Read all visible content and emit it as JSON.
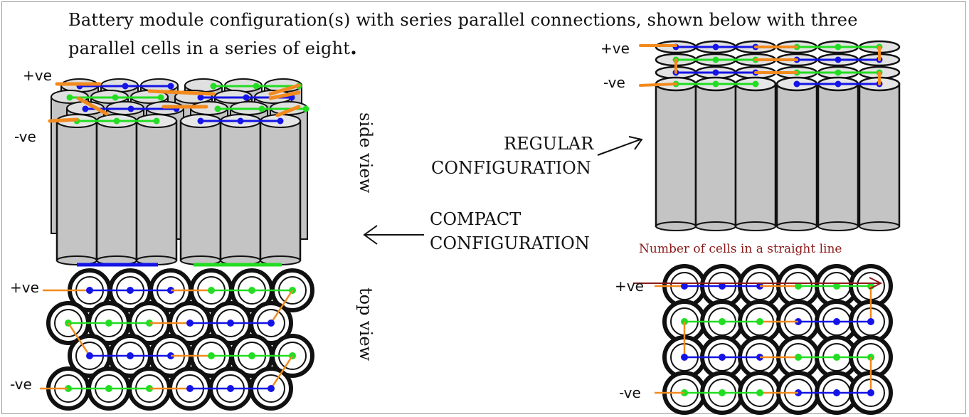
{
  "title_line1": "Battery module configuration(s) with series parallel connections, shown below with three",
  "title_line2": "parallel cells in a series of eight",
  "title_end": ".",
  "labels": {
    "pos_left_side": "+ve",
    "neg_left_side": "-ve",
    "pos_left_top": "+ve",
    "neg_left_top": "-ve",
    "pos_right_side": "+ve",
    "neg_right_side": "-ve",
    "pos_right_top": "+ve",
    "neg_right_top": "-ve",
    "side_view": "side view",
    "top_view": "top view",
    "regular_line1": "REGULAR",
    "regular_line2": "CONFIGURATION",
    "compact_line1": "COMPACT",
    "compact_line2": "CONFIGURATION",
    "cells_line": "Number of cells in a straight line"
  },
  "colors": {
    "cell_fill": "#c4c4c4",
    "cell_outline": "#111111",
    "positive_series": "#1414e6",
    "negative_series": "#22dd22",
    "link": "#f28a1e",
    "arrow_label": "#8b1a1a"
  }
}
